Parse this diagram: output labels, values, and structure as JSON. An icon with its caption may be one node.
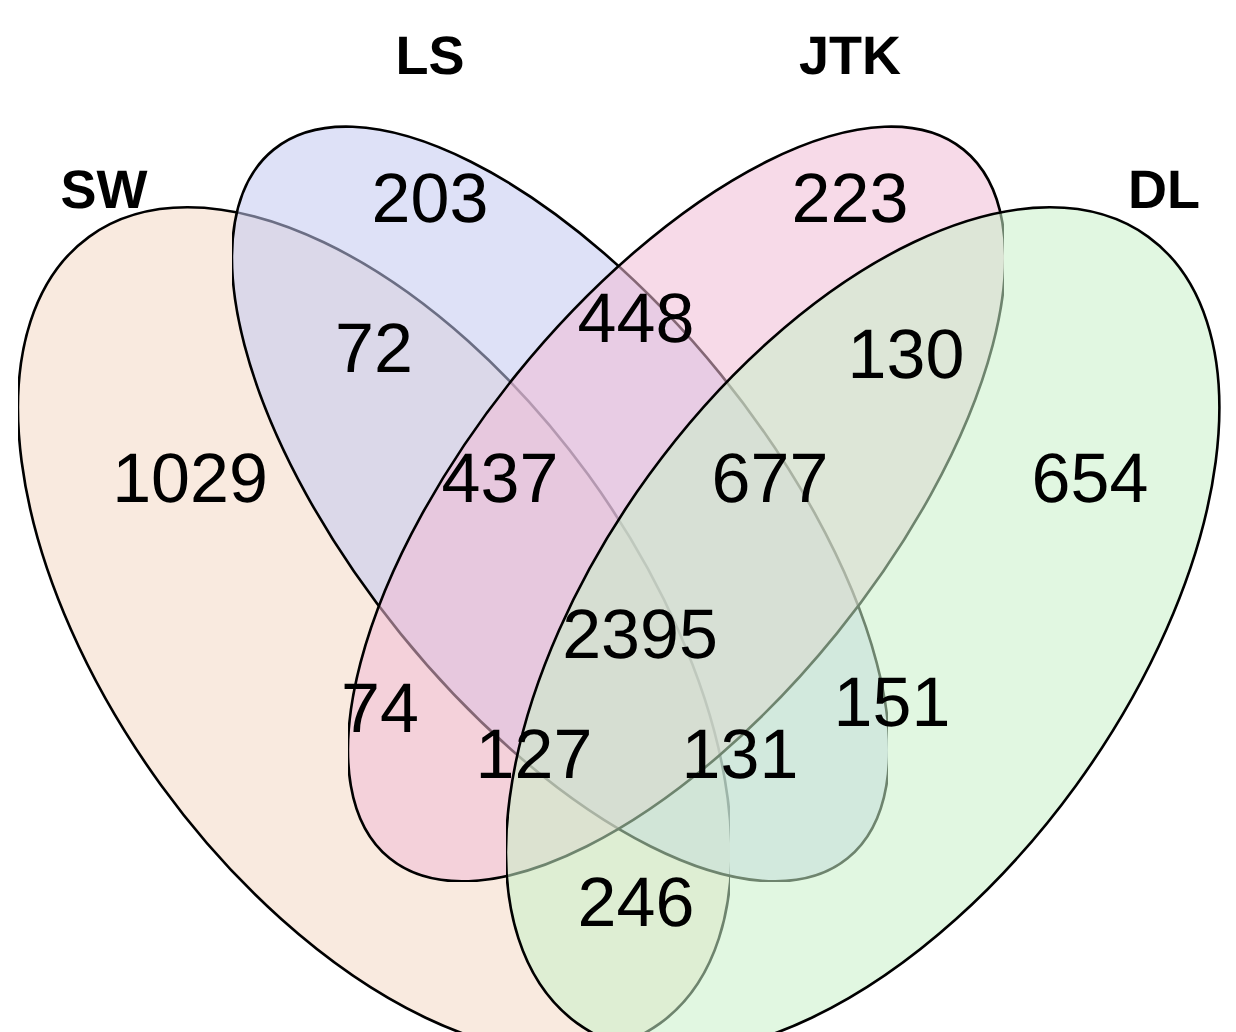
{
  "diagram": {
    "nodes": [
      {
        "text": [
          "SW"
        ]
      },
      {
        "text": [
          "LS"
        ]
      },
      {
        "text": [
          "JTK"
        ]
      },
      {
        "text": [
          "DL"
        ]
      }
    ],
    "labels": [
      "203",
      "223",
      "448",
      "72",
      "130",
      "1029",
      "437",
      "677",
      "654",
      "2395",
      "74",
      "151",
      "127",
      "131",
      "246"
    ]
  }
}
